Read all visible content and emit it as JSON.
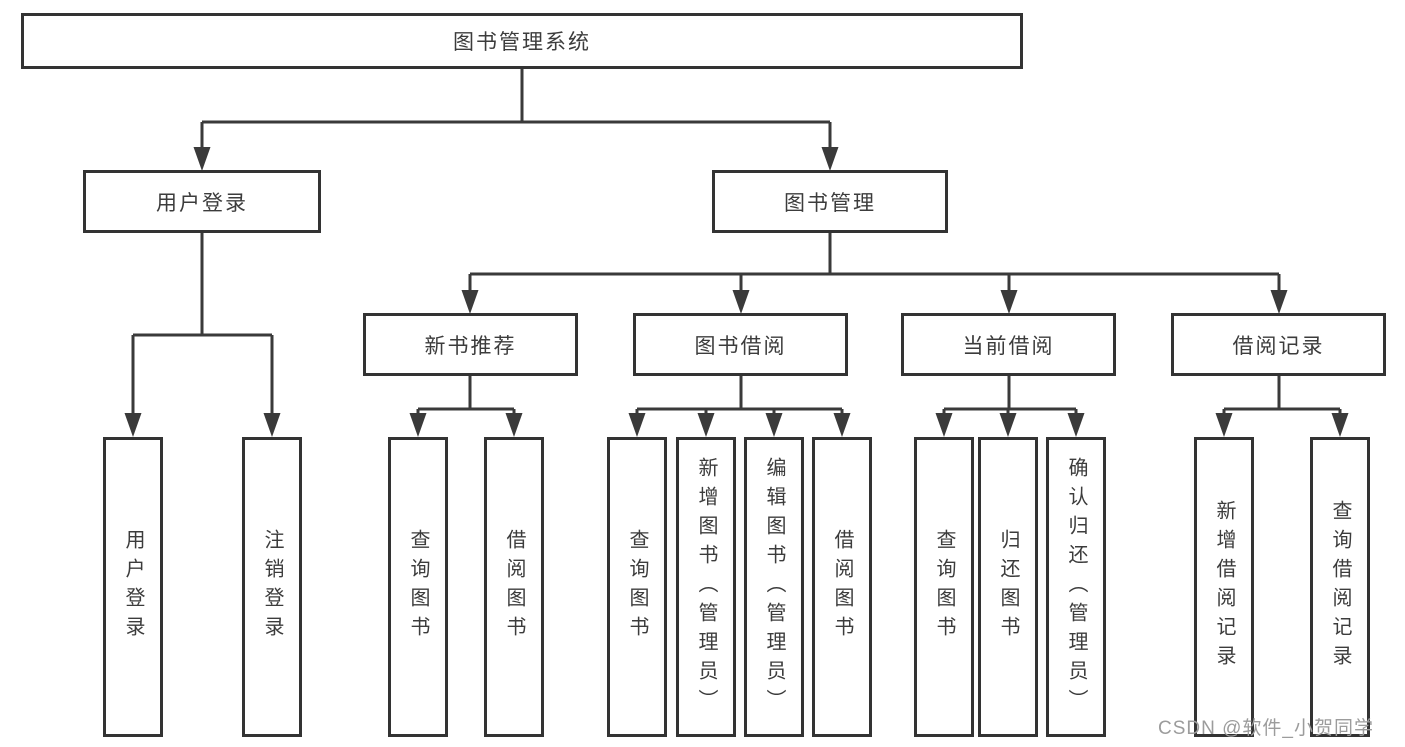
{
  "diagram": {
    "root": {
      "label": "图书管理系统"
    },
    "level2": [
      {
        "label": "用户登录"
      },
      {
        "label": "图书管理"
      }
    ],
    "level3": [
      {
        "label": "新书推荐"
      },
      {
        "label": "图书借阅"
      },
      {
        "label": "当前借阅"
      },
      {
        "label": "借阅记录"
      }
    ],
    "leaves": [
      {
        "label": "用户登录"
      },
      {
        "label": "注销登录"
      },
      {
        "label": "查询图书"
      },
      {
        "label": "借阅图书"
      },
      {
        "label": "查询图书"
      },
      {
        "label": "新增图书（管理员）"
      },
      {
        "label": "编辑图书（管理员）"
      },
      {
        "label": "借阅图书"
      },
      {
        "label": "查询图书"
      },
      {
        "label": "归还图书"
      },
      {
        "label": "确认归还（管理员）"
      },
      {
        "label": "新增借阅记录"
      },
      {
        "label": "查询借阅记录"
      }
    ]
  },
  "watermark": {
    "text": "CSDN @软件_小贺同学"
  },
  "colors": {
    "line": "#3a3a3a",
    "box_border": "#333333",
    "text": "#3c3c3c",
    "watermark": "#9c9c9c",
    "background": "#ffffff"
  }
}
